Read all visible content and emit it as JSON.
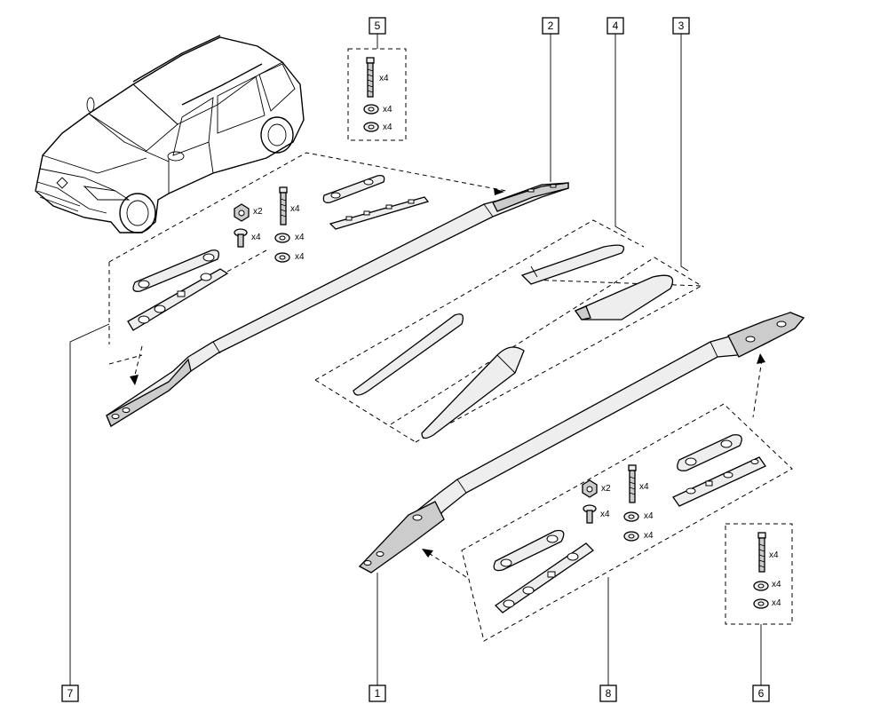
{
  "callouts": [
    {
      "id": "1",
      "label": "1"
    },
    {
      "id": "2",
      "label": "2"
    },
    {
      "id": "3",
      "label": "3"
    },
    {
      "id": "4",
      "label": "4"
    },
    {
      "id": "5",
      "label": "5"
    },
    {
      "id": "6",
      "label": "6"
    },
    {
      "id": "7",
      "label": "7"
    },
    {
      "id": "8",
      "label": "8"
    }
  ],
  "quantities": {
    "kit5_stud": "x4",
    "kit5_washer": "x4",
    "kit5_ring": "x4",
    "kit6_stud": "x4",
    "kit6_washer": "x4",
    "kit6_ring": "x4",
    "kit7_nut": "x2",
    "kit7_bolt": "x4",
    "kit7_stud": "x4",
    "kit7_washer": "x4",
    "kit7_ring": "x4",
    "kit8_nut": "x2",
    "kit8_bolt": "x4",
    "kit8_stud": "x4",
    "kit8_washer": "x4",
    "kit8_ring": "x4"
  }
}
